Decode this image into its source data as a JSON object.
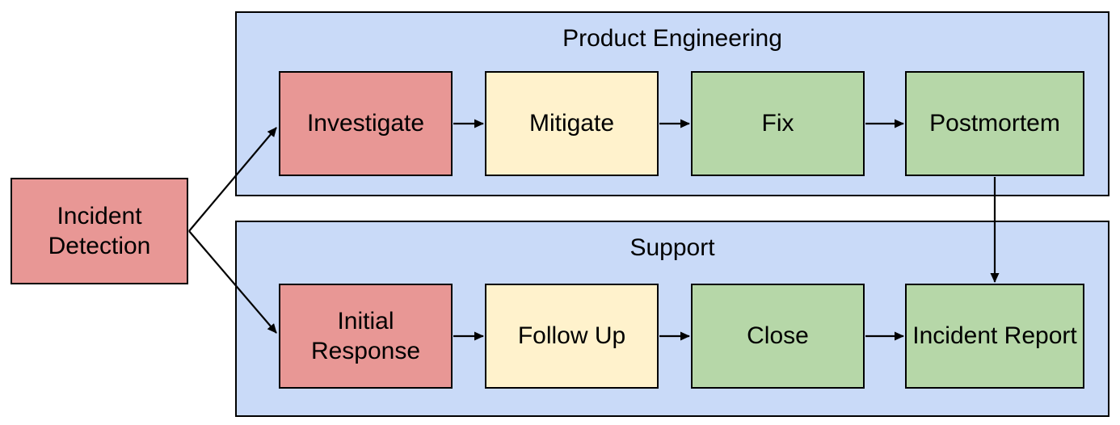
{
  "diagram": {
    "type": "flowchart",
    "colors": {
      "red": "#e89795",
      "yellow": "#fff2cc",
      "green": "#b6d7a8",
      "container_blue": "#c9daf8",
      "border": "#000000",
      "background": "#ffffff"
    },
    "standalone_node": {
      "id": "incident-detection",
      "label": "Incident Detection",
      "color": "red"
    },
    "containers": [
      {
        "id": "product-engineering",
        "title": "Product Engineering",
        "color": "container_blue",
        "nodes": [
          {
            "id": "investigate",
            "label": "Investigate",
            "color": "red"
          },
          {
            "id": "mitigate",
            "label": "Mitigate",
            "color": "yellow"
          },
          {
            "id": "fix",
            "label": "Fix",
            "color": "green"
          },
          {
            "id": "postmortem",
            "label": "Postmortem",
            "color": "green"
          }
        ]
      },
      {
        "id": "support",
        "title": "Support",
        "color": "container_blue",
        "nodes": [
          {
            "id": "initial-response",
            "label": "Initial Response",
            "color": "red"
          },
          {
            "id": "follow-up",
            "label": "Follow Up",
            "color": "yellow"
          },
          {
            "id": "close",
            "label": "Close",
            "color": "green"
          },
          {
            "id": "incident-report",
            "label": "Incident Report",
            "color": "green"
          }
        ]
      }
    ],
    "edges": [
      {
        "from": "incident-detection",
        "to": "investigate"
      },
      {
        "from": "incident-detection",
        "to": "initial-response"
      },
      {
        "from": "investigate",
        "to": "mitigate"
      },
      {
        "from": "mitigate",
        "to": "fix"
      },
      {
        "from": "fix",
        "to": "postmortem"
      },
      {
        "from": "postmortem",
        "to": "incident-report"
      },
      {
        "from": "initial-response",
        "to": "follow-up"
      },
      {
        "from": "follow-up",
        "to": "close"
      },
      {
        "from": "close",
        "to": "incident-report"
      }
    ]
  }
}
